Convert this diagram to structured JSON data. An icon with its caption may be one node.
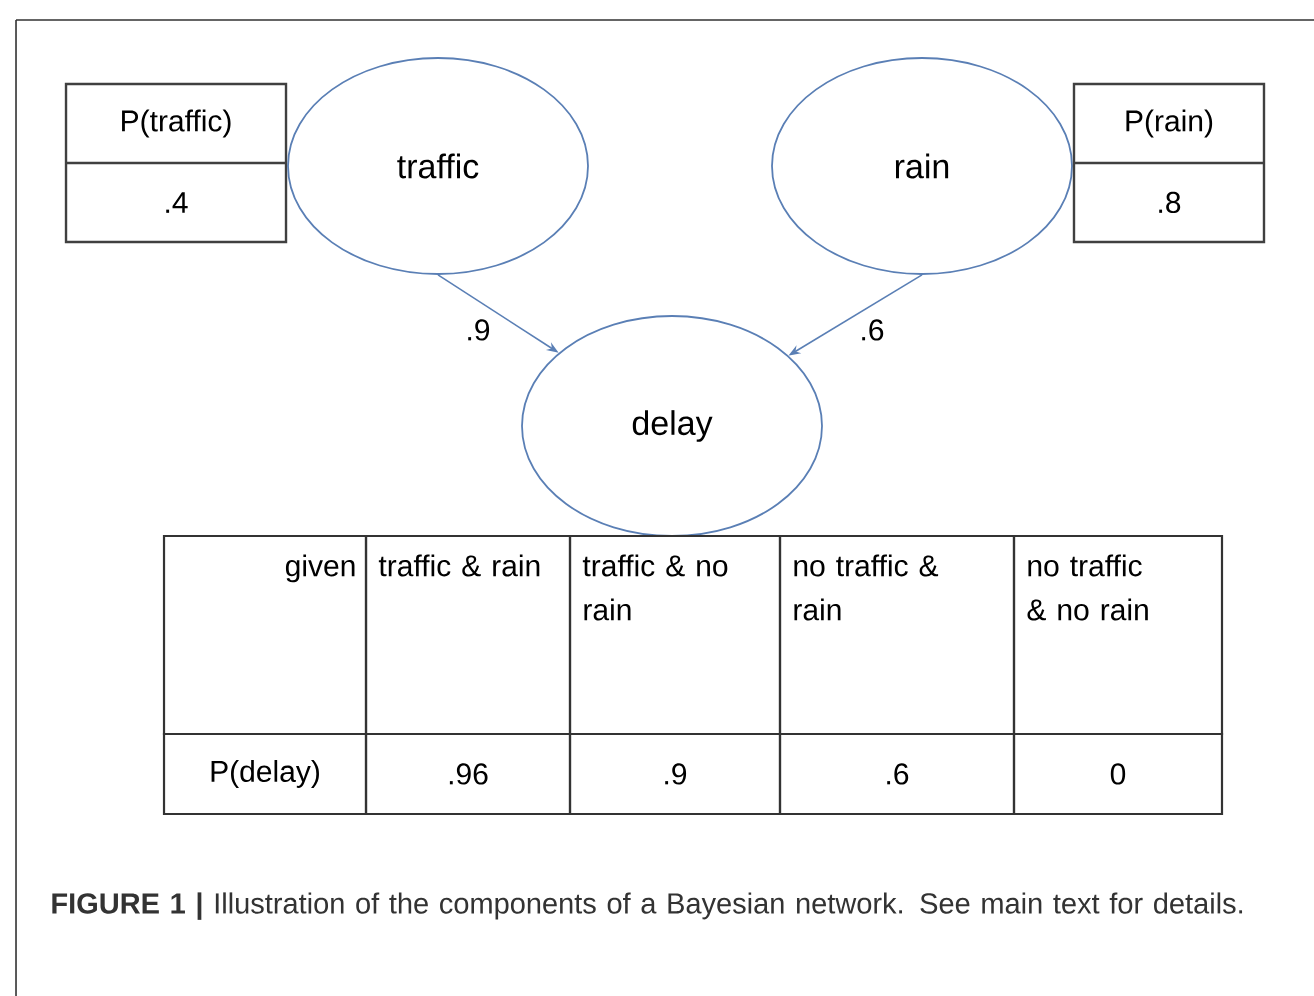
{
  "diagram": {
    "caption": "**FIGURE 1 |** Illustration of the components of a Bayesian network. See main text for details.",
    "nodes": [
      {
        "text": [
          "P(traffic)",
          ".4"
        ]
      },
      {
        "text": [
          "traffic"
        ]
      },
      {
        "text": [
          "rain"
        ]
      },
      {
        "text": [
          "P(rain)",
          ".8"
        ]
      },
      {
        "text": [
          "delay"
        ]
      }
    ],
    "edges": [
      {
        "from": 1,
        "to": 4,
        "arrow": "to",
        "label": ".9"
      },
      {
        "from": 2,
        "to": 4,
        "arrow": "to",
        "label": ".6"
      }
    ],
    "labels": [
      "given",
      "traffic & rain",
      "traffic & no rain",
      "no traffic & rain",
      "no traffic & no rain",
      "P(delay)",
      ".96",
      ".9",
      ".6",
      "0"
    ]
  }
}
